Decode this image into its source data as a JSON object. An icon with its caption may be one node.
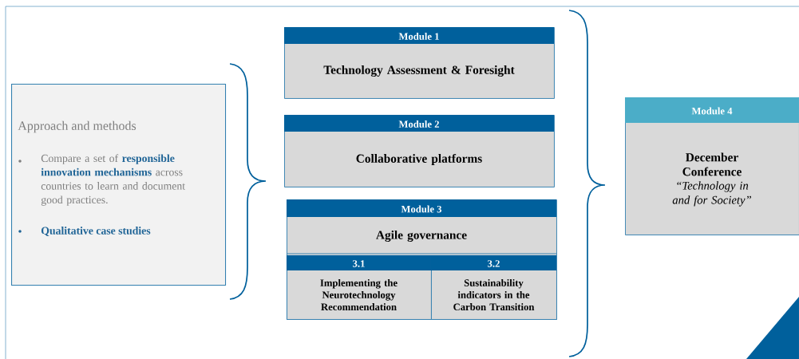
{
  "diagram": {
    "nodes": [
      {
        "text": [
          "Approach and methods",
          "Compare a set of **responsible innovation mechanisms** across countries to learn and document good practices.",
          "Qualitative case studies"
        ]
      },
      {
        "text": [
          "Module 1",
          "Technology Assessment & Foresight"
        ]
      },
      {
        "text": [
          "Module 2",
          "Collaborative platforms"
        ]
      },
      {
        "text": [
          "Module 3",
          "Agile governance"
        ]
      },
      {
        "text": [
          "3.1",
          "Implementing the Neurotechnology Recommendation"
        ],
        "in": 3
      },
      {
        "text": [
          "3.2",
          "Sustainability indicators in the Carbon Transition"
        ],
        "in": 3
      },
      {
        "text": [
          "Module 4",
          "December Conference",
          "“Technology in and for Society”"
        ]
      }
    ]
  }
}
